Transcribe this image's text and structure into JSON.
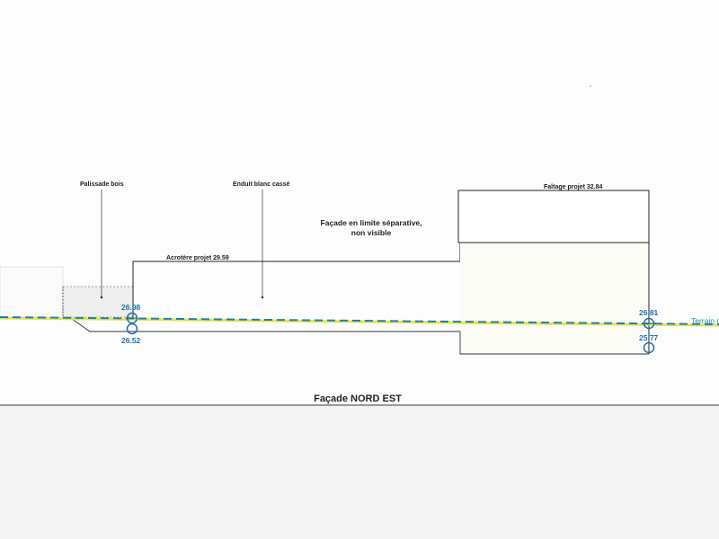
{
  "drawing": {
    "labels": {
      "palissade": "Palissade bois",
      "enduit": "Enduit blanc cassé",
      "facade_line1": "Façade en limite séparative,",
      "facade_line2": "non visible",
      "faitage": "Faîtage projet 32.84",
      "acrotere": "Acrotère projet 29.59",
      "terrain": "Terrain n"
    },
    "elevations": {
      "left_top": "26.98",
      "left_bottom": "26.52",
      "right_top": "26.81",
      "right_bottom": "25.77"
    },
    "title": "Façade NORD EST",
    "colors": {
      "terrain_line": "#1f7fb8",
      "terrain_highlight": "#e3e24a",
      "marker": "#1f6fae",
      "outline": "#222222"
    }
  }
}
